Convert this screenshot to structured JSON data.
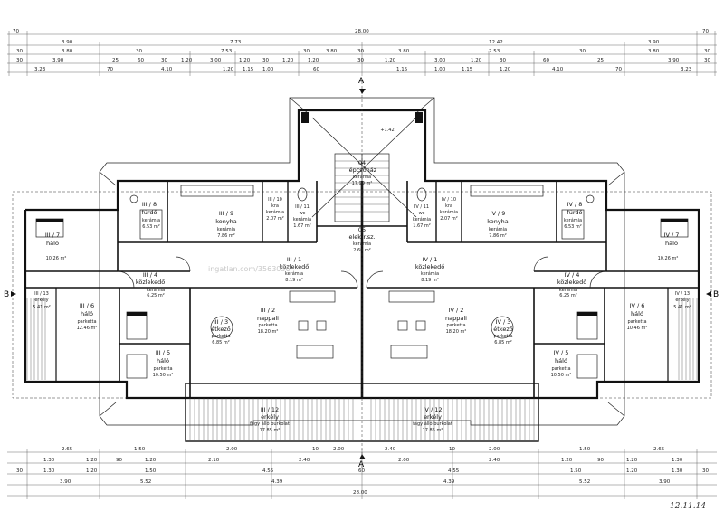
{
  "top_dims": {
    "row1": [
      "70",
      "28.00",
      "70"
    ],
    "row2": [
      "3.90",
      "7.73",
      "12.42",
      "3.90"
    ],
    "row3": [
      "30",
      "3.80",
      "30",
      "7.53",
      "30",
      "3.80",
      "30",
      "3.80",
      "7.53",
      "30",
      "3.80",
      "30"
    ],
    "row4": [
      "30",
      "3.90",
      "25",
      "60",
      "30",
      "1.20",
      "3.00",
      "1.20",
      "30",
      "1.20",
      "1.20",
      "30",
      "1.20",
      "3.00",
      "1.20",
      "30",
      "60",
      "25",
      "3.90",
      "30"
    ],
    "row5": [
      "3.23",
      "70",
      "4.10",
      "1.20",
      "1.15",
      "1.00",
      "60",
      "1.15",
      "1.00",
      "1.15",
      "1.20",
      "4.10",
      "70",
      "3.23"
    ]
  },
  "bottom_dims": {
    "row1": [
      "2.65",
      "1.50",
      "2.00",
      "10",
      "2.00",
      "2.40",
      "10",
      "2.00",
      "1.50",
      "2.65"
    ],
    "row2": [
      "1.30",
      "1.20",
      "90",
      "1.20",
      "2.10",
      "2.40",
      "2.00",
      "2.40",
      "1.20",
      "90",
      "1.20",
      "1.30"
    ],
    "row3": [
      "30",
      "1.30",
      "1.20",
      "1.50",
      "4.55",
      "60",
      "4.55",
      "1.50",
      "1.20",
      "1.30",
      "30"
    ],
    "row4": [
      "3.90",
      "5.52",
      "4.39",
      "28.00",
      "4.39",
      "5.52",
      "3.90"
    ]
  },
  "section_marks": {
    "a": "A",
    "b": "B"
  },
  "rooms_left": [
    {
      "id": "III / 7",
      "name": "háló",
      "floor": "",
      "area": "10.26 m²"
    },
    {
      "id": "III / 8",
      "name": "fürdő",
      "floor": "kerámia",
      "area": "6.53 m²"
    },
    {
      "id": "III / 9",
      "name": "konyha",
      "floor": "kerámia",
      "area": "7.86 m²"
    },
    {
      "id": "III / 10",
      "name": "kra",
      "floor": "kerámia",
      "area": "2.07 m²"
    },
    {
      "id": "III / 11",
      "name": "wc",
      "floor": "kerámia",
      "area": "1.67 m²"
    },
    {
      "id": "III / 4",
      "name": "közlekedő",
      "floor": "kerámia",
      "area": "6.25 m²"
    },
    {
      "id": "III / 1",
      "name": "közlekedő",
      "floor": "kerámia",
      "area": "8.19 m²"
    },
    {
      "id": "III / 6",
      "name": "háló",
      "floor": "parketta",
      "area": "12.46 m²"
    },
    {
      "id": "III / 2",
      "name": "nappali",
      "floor": "parketta",
      "area": "18.20 m²"
    },
    {
      "id": "III / 3",
      "name": "étkező",
      "floor": "parketta",
      "area": "6.85 m²"
    },
    {
      "id": "III / 5",
      "name": "háló",
      "floor": "parketta",
      "area": "10.50 m²"
    },
    {
      "id": "III / 12",
      "name": "erkély",
      "floor": "fagy álló burkolat",
      "area": "17.85 m²"
    },
    {
      "id": "III / 13",
      "name": "erkély",
      "floor": "",
      "area": "5.41 m²"
    }
  ],
  "rooms_right": [
    {
      "id": "IV / 7",
      "name": "háló",
      "floor": "",
      "area": "10.26 m²"
    },
    {
      "id": "IV / 8",
      "name": "fürdő",
      "floor": "kerámia",
      "area": "6.53 m²"
    },
    {
      "id": "IV / 9",
      "name": "konyha",
      "floor": "kerámia",
      "area": "7.86 m²"
    },
    {
      "id": "IV / 10",
      "name": "kra",
      "floor": "kerámia",
      "area": "2.07 m²"
    },
    {
      "id": "IV / 11",
      "name": "wc",
      "floor": "kerámia",
      "area": "1.67 m²"
    },
    {
      "id": "IV / 4",
      "name": "közlekedő",
      "floor": "kerámia",
      "area": "6.25 m²"
    },
    {
      "id": "IV / 1",
      "name": "közlekedő",
      "floor": "kerámia",
      "area": "8.19 m²"
    },
    {
      "id": "IV / 6",
      "name": "háló",
      "floor": "parketta",
      "area": "10.46 m²"
    },
    {
      "id": "IV / 2",
      "name": "nappali",
      "floor": "parketta",
      "area": "18.20 m²"
    },
    {
      "id": "IV / 3",
      "name": "étkező",
      "floor": "parketta",
      "area": "6.85 m²"
    },
    {
      "id": "IV / 5",
      "name": "háló",
      "floor": "parketta",
      "area": "10.50 m²"
    },
    {
      "id": "IV / 12",
      "name": "erkély",
      "floor": "fagy álló burkolat",
      "area": "17.85 m²"
    },
    {
      "id": "IV / 13",
      "name": "erkély",
      "floor": "",
      "area": "5.41 m²"
    }
  ],
  "core": {
    "stair": {
      "id": "04",
      "name": "lépcsőház",
      "floor": "kerámia",
      "area": "17.99 m²"
    },
    "elec": {
      "id": "05",
      "name": "elektr.sz.",
      "floor": "kerámia",
      "area": "2.60 m²"
    },
    "level": "+1.42"
  },
  "signature": "12.11.14",
  "watermark": "ingatlan.com/3563036"
}
